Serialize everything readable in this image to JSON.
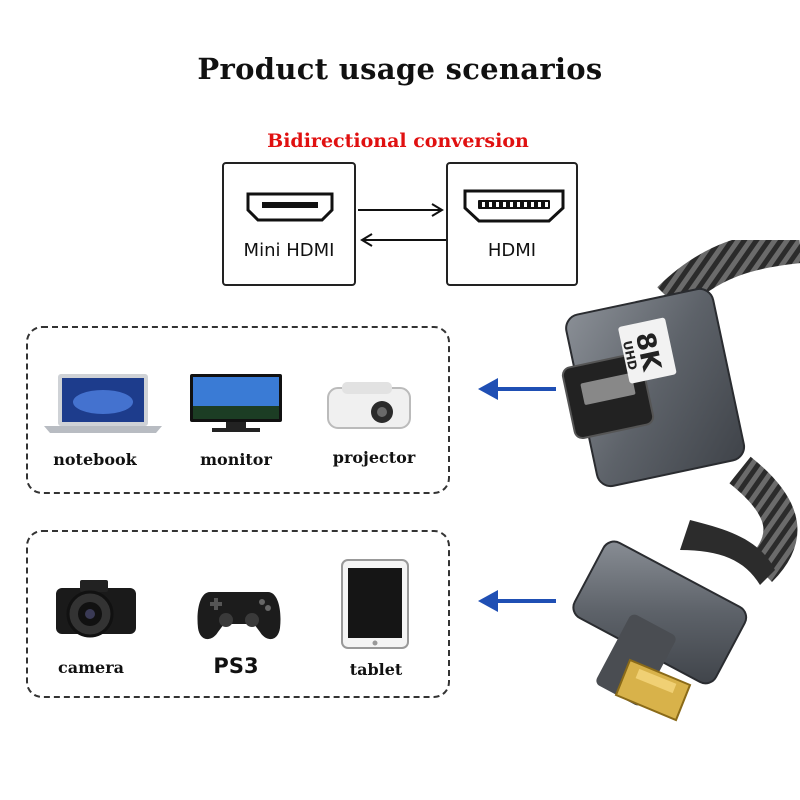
{
  "heading": "Product usage scenarios",
  "conversion": {
    "title": "Bidirectional conversion",
    "title_color": "#e01010",
    "left_port": "Mini HDMI",
    "right_port": "HDMI"
  },
  "cable_badge": {
    "line1": "8K",
    "line2": "UHD"
  },
  "arrow_color": "#1f4fb4",
  "group1": {
    "devices": [
      "notebook",
      "monitor",
      "projector"
    ]
  },
  "group2": {
    "devices": [
      "camera",
      "PS3",
      "tablet"
    ]
  }
}
